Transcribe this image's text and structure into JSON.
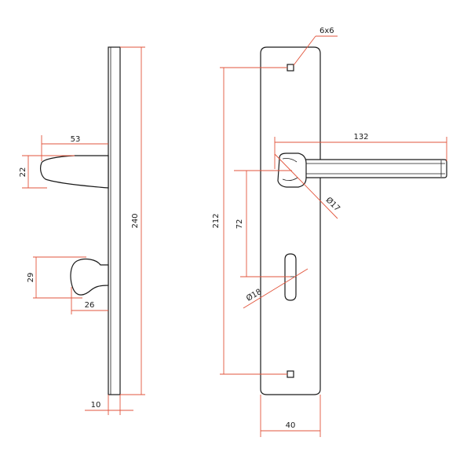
{
  "dimensions": {
    "side_lever_projection": "53",
    "side_lever_height": "22",
    "side_plate_height": "240",
    "side_knob_height": "29",
    "side_knob_projection": "26",
    "side_plate_thickness": "10",
    "front_hole_size": "6x6",
    "front_hole_spacing": "212",
    "front_lever_length": "132",
    "front_rosette_diameter": "Ø17",
    "front_center_distance": "72",
    "front_knob_diameter": "Ø18",
    "front_plate_width": "40"
  },
  "colors": {
    "dimension_lines": "#e2553c",
    "outline": "#1a1a1a"
  }
}
